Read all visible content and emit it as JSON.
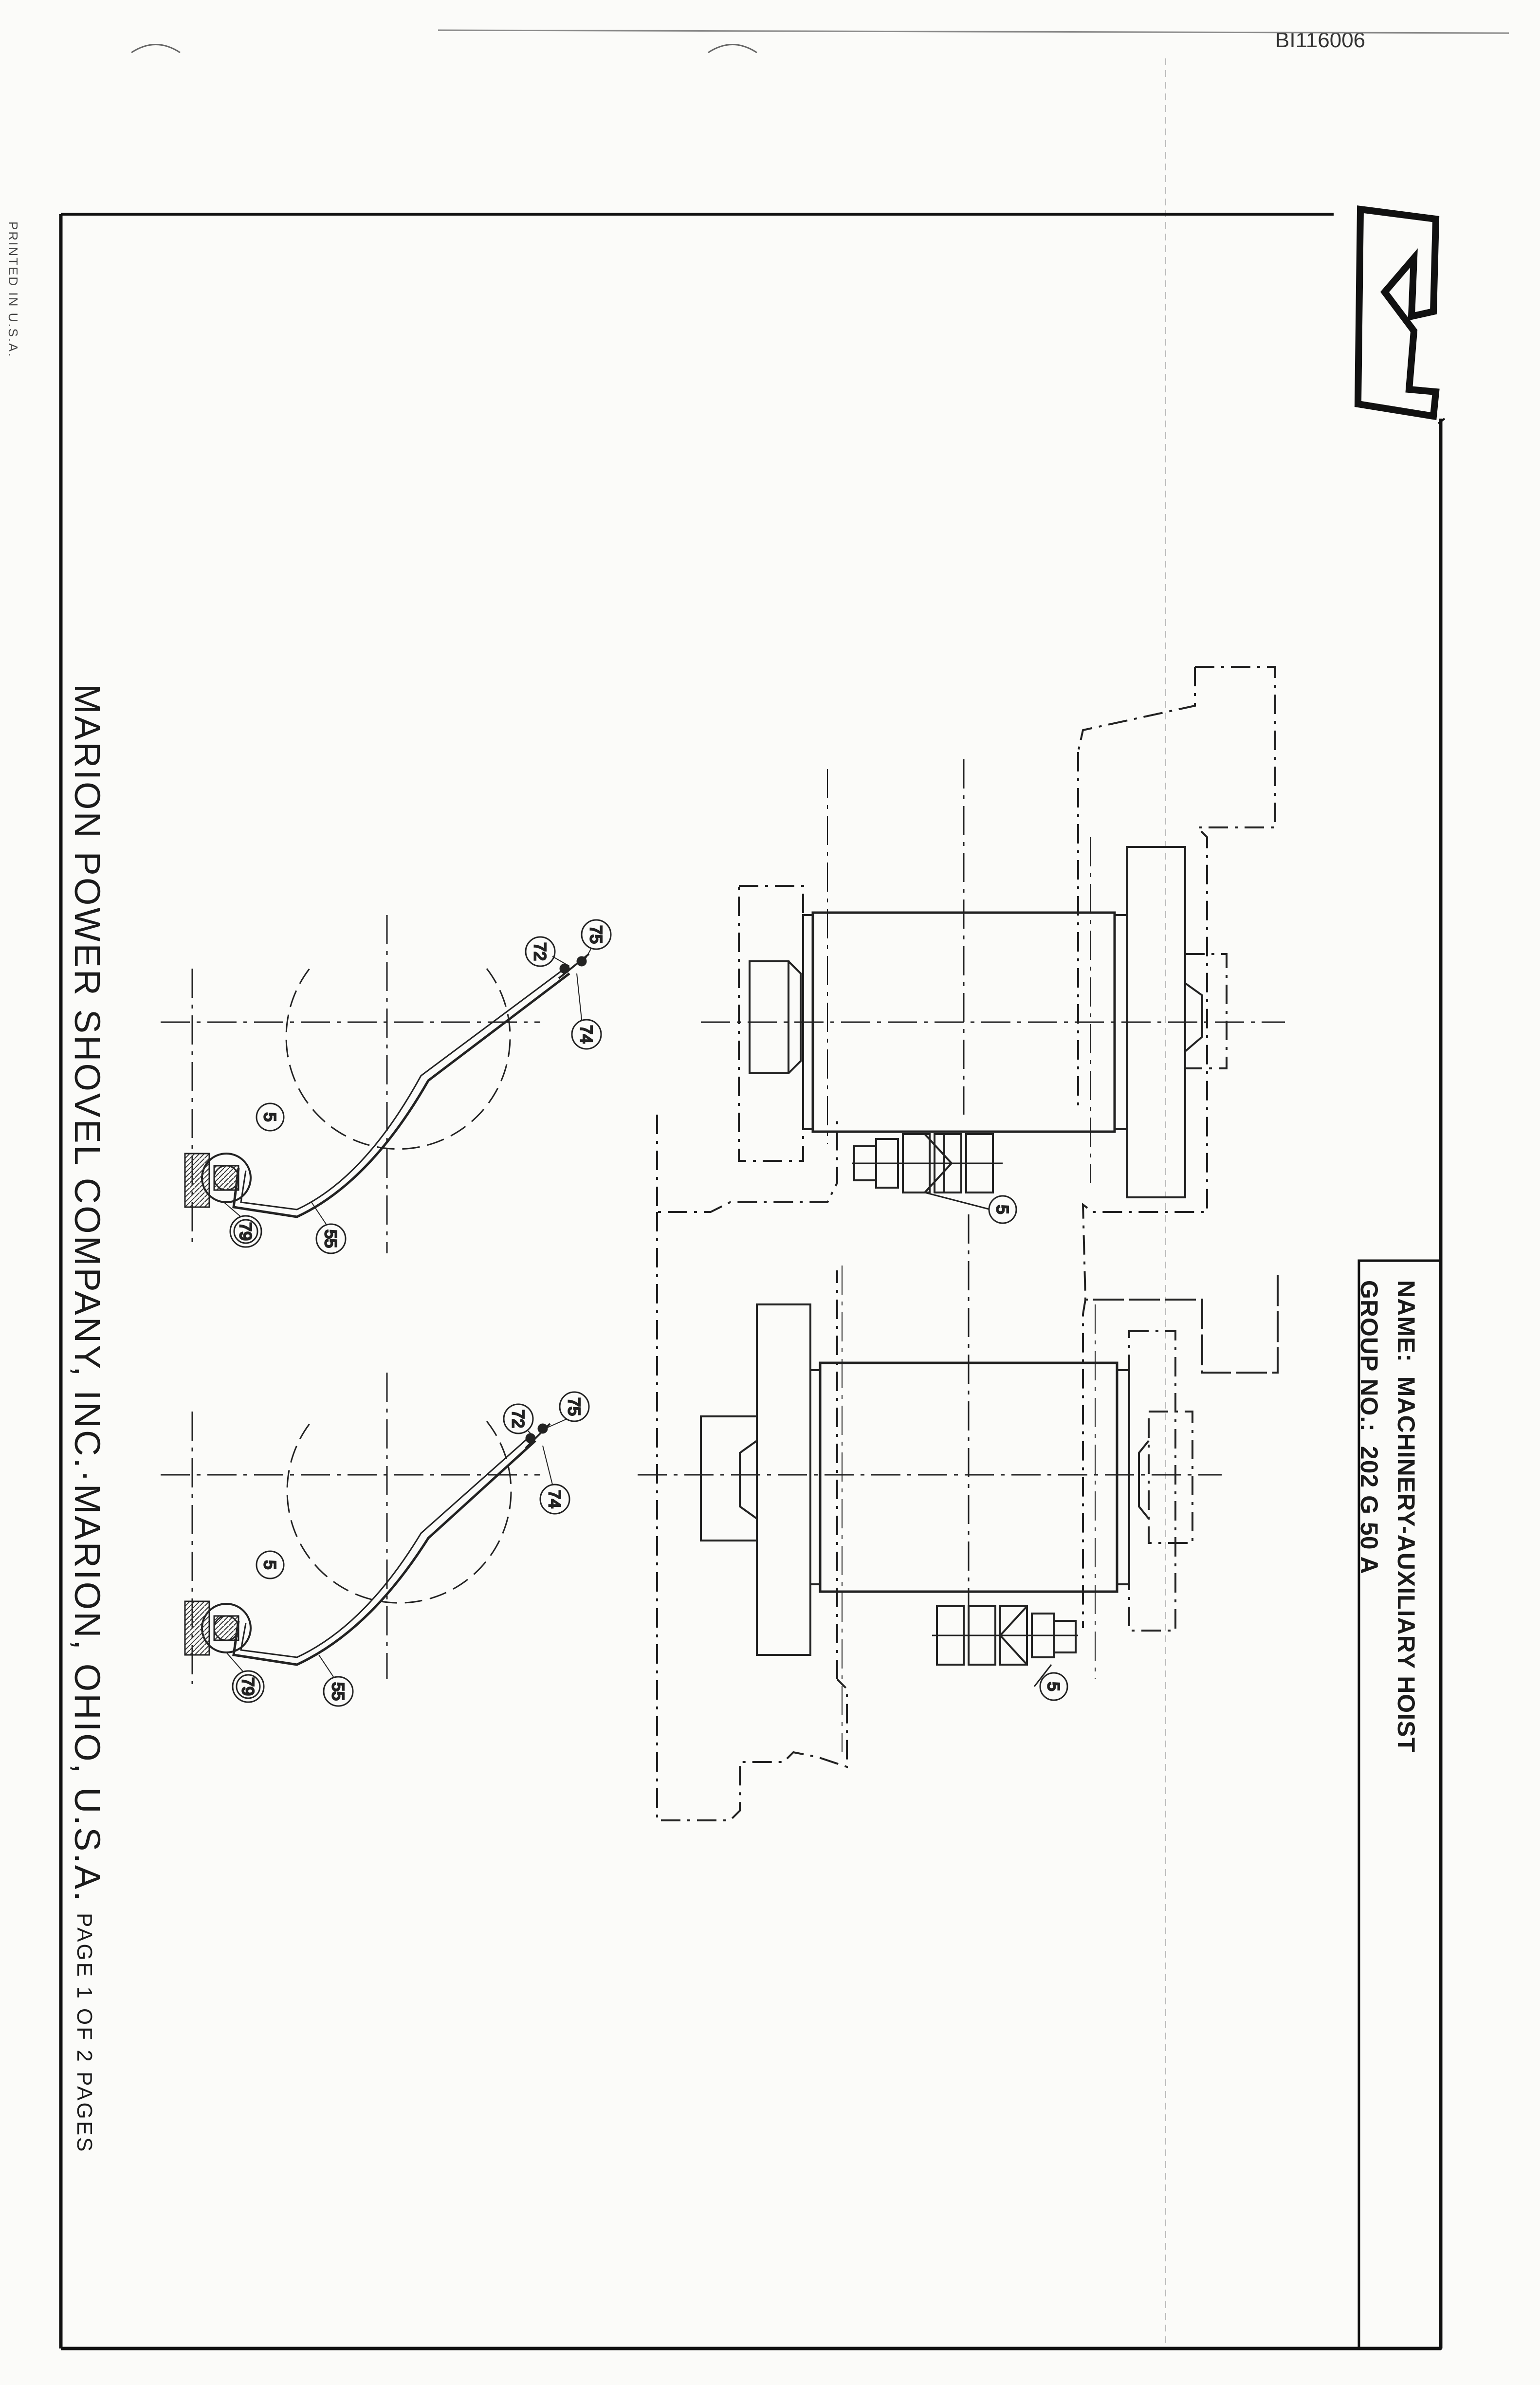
{
  "document": {
    "doc_id": "BI116006",
    "printed_note": "PRINTED IN U.S.A.",
    "company": "MARION POWER SHOVEL COMPANY, INC.·MARION, OHIO, U.S.A.",
    "page_label": "PAGE  1  OF  2  PAGES"
  },
  "title_block": {
    "name_label": "NAME:",
    "name_value": "MACHINERY-AUXILIARY HOIST",
    "group_label": "GROUP NO.:",
    "group_value": "202 G 50 A"
  },
  "callouts": {
    "upper_brake": "5",
    "lower_brake": "5",
    "left_sheave": "5",
    "left_rope": "55",
    "left_anchor": "79",
    "left_fitting_a": "72",
    "left_fitting_b": "75",
    "left_fitting_c": "74",
    "right_sheave": "5",
    "right_rope": "55",
    "right_anchor": "79",
    "right_fitting_a": "72",
    "right_fitting_b": "75",
    "right_fitting_c": "74"
  }
}
